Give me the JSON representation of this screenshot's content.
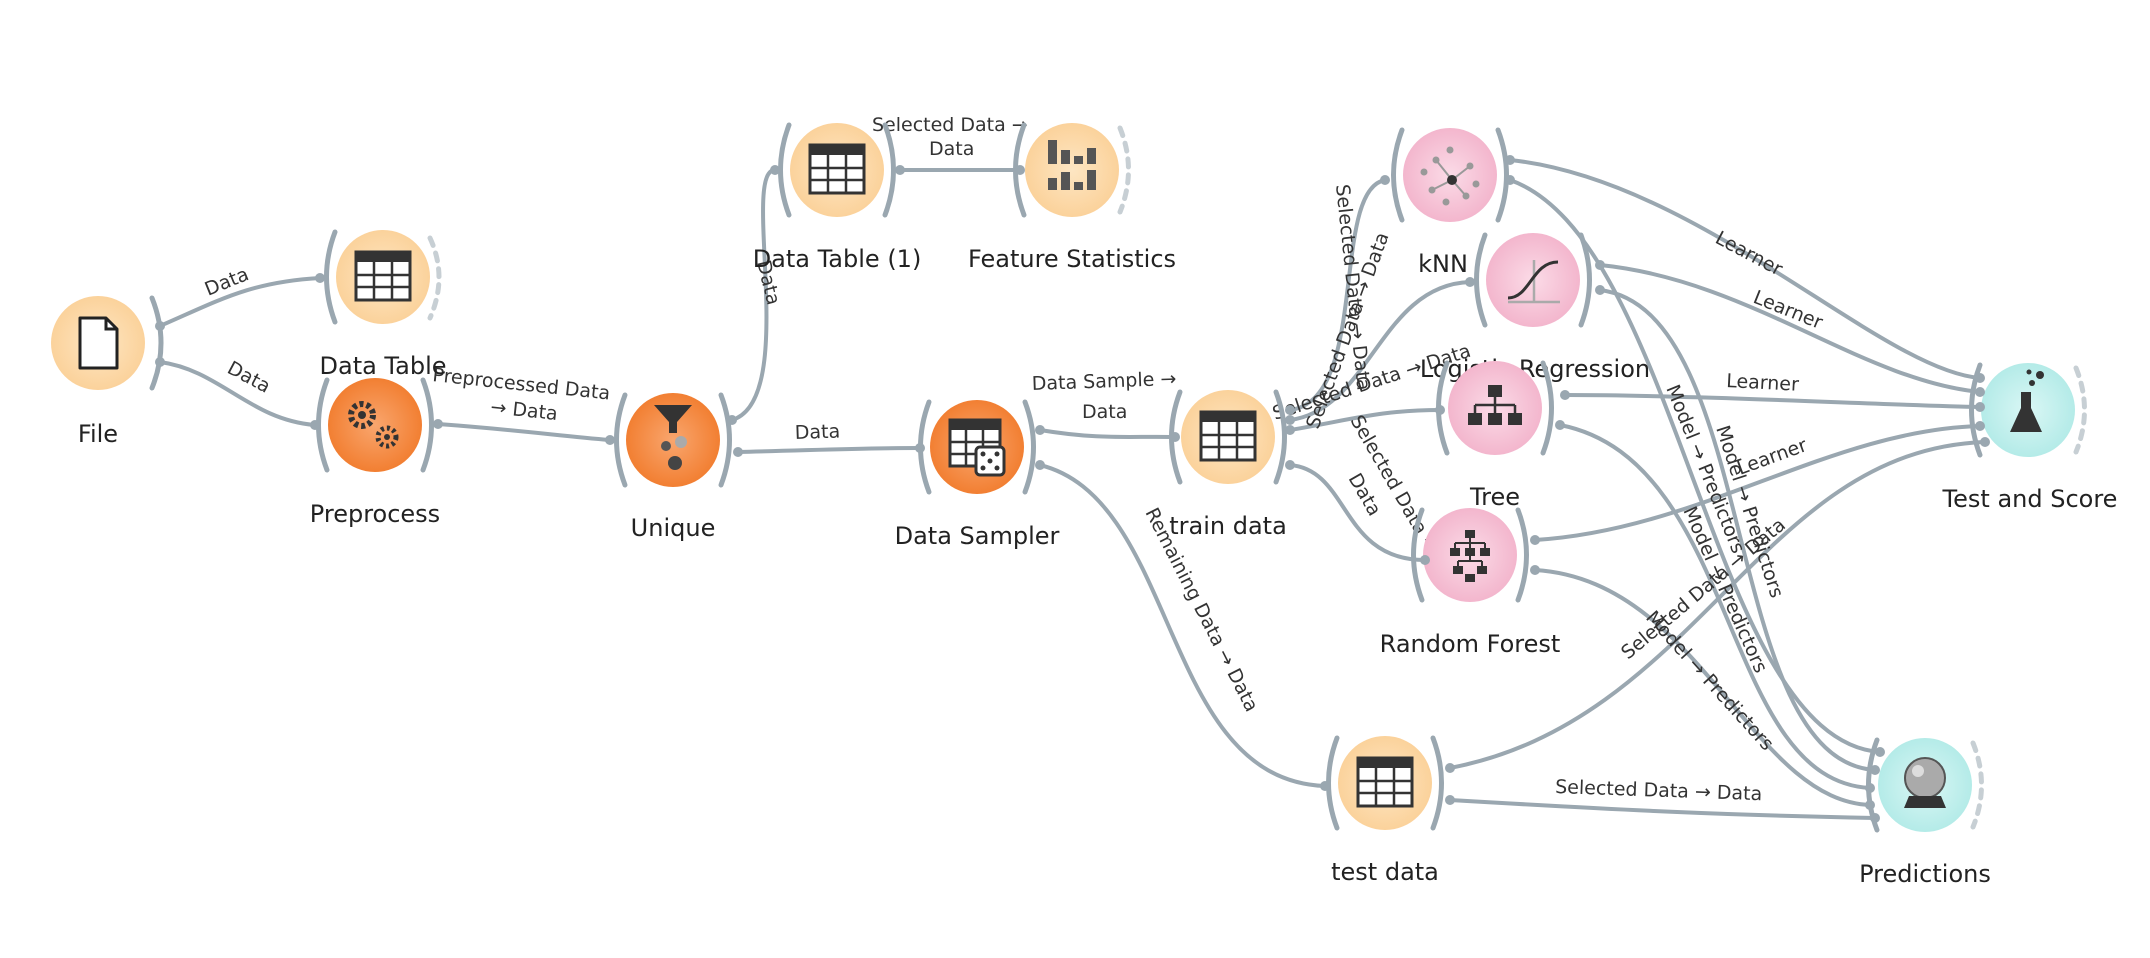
{
  "nodes": {
    "file": "File",
    "data_table": "Data Table",
    "preprocess": "Preprocess",
    "unique": "Unique",
    "data_table_1": "Data Table (1)",
    "feature_statistics": "Feature Statistics",
    "data_sampler": "Data Sampler",
    "train_data": "train data",
    "knn": "kNN",
    "logistic_regression": "Logistic Regression",
    "tree": "Tree",
    "random_forest": "Random Forest",
    "test_and_score": "Test and Score",
    "test_data": "test data",
    "predictions": "Predictions"
  },
  "links": {
    "file_datatable": "Data",
    "file_preprocess": "Data",
    "preprocess_unique_1": "Preprocessed Data",
    "preprocess_unique_2": "→ Data",
    "unique_datatable1": "Data",
    "unique_sampler": "Data",
    "dt1_featstats_1": "Selected Data →",
    "dt1_featstats_2": "Data",
    "sampler_train_1": "Data Sample →",
    "sampler_train_2": "Data",
    "sampler_test": "Remaining Data → Data",
    "train_knn": "Selected Data → Data",
    "train_logreg": "Selected Data → Data",
    "train_tree": "Selected Data → Data",
    "train_rf_1": "Selected Data →",
    "train_rf_2": "Data",
    "knn_score": "Learner",
    "logreg_score": "Learner",
    "tree_score": "Learner",
    "rf_score": "Learner",
    "knn_pred": "Model → Predictors",
    "logreg_pred": "Model → Predictors",
    "tree_pred": "Model → Predictors",
    "rf_pred": "Model → Predictors",
    "test_score": "Selected Data → Data",
    "test_pred": "Selected Data → Data"
  },
  "colors": {
    "data_node": "#fbd29b",
    "transform_node": "#f48a3c",
    "model_node": "#f4b8cf",
    "eval_node": "#b5ecea",
    "link": "#9aa7b0"
  },
  "icons": {
    "file": "file-icon",
    "table": "table-icon",
    "preprocess": "gears-icon",
    "unique": "funnel-icon",
    "feature_statistics": "bar-chart-icon",
    "data_sampler": "dice-table-icon",
    "knn": "network-icon",
    "logistic_regression": "sigmoid-icon",
    "tree": "tree-icon",
    "random_forest": "forest-icon",
    "test_and_score": "flask-icon",
    "predictions": "crystal-ball-icon"
  }
}
